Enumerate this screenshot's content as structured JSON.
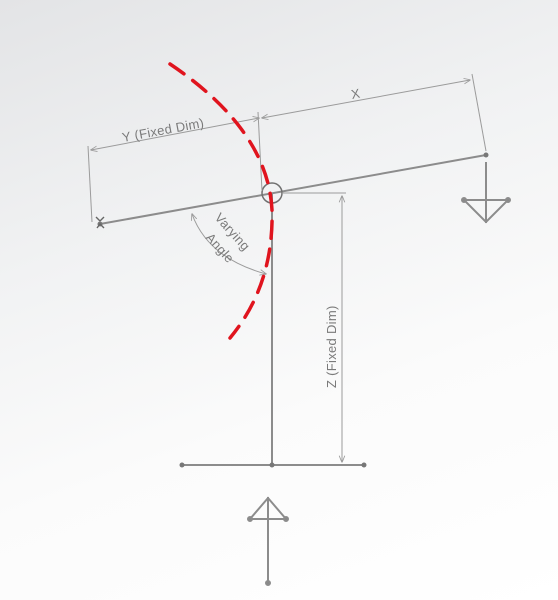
{
  "dimensions": {
    "x_label": "X",
    "y_label": "Y (Fixed Dim)",
    "z_label": "Z (Fixed Dim)",
    "angle_label_line1": "Varying",
    "angle_label_line2": "Angle"
  },
  "colors": {
    "background_top": "#e3e4e6",
    "background_bottom": "#ffffff",
    "geometry": "#8c8c8c",
    "dimension": "#9b9b9b",
    "path_arc": "#e0141e"
  }
}
